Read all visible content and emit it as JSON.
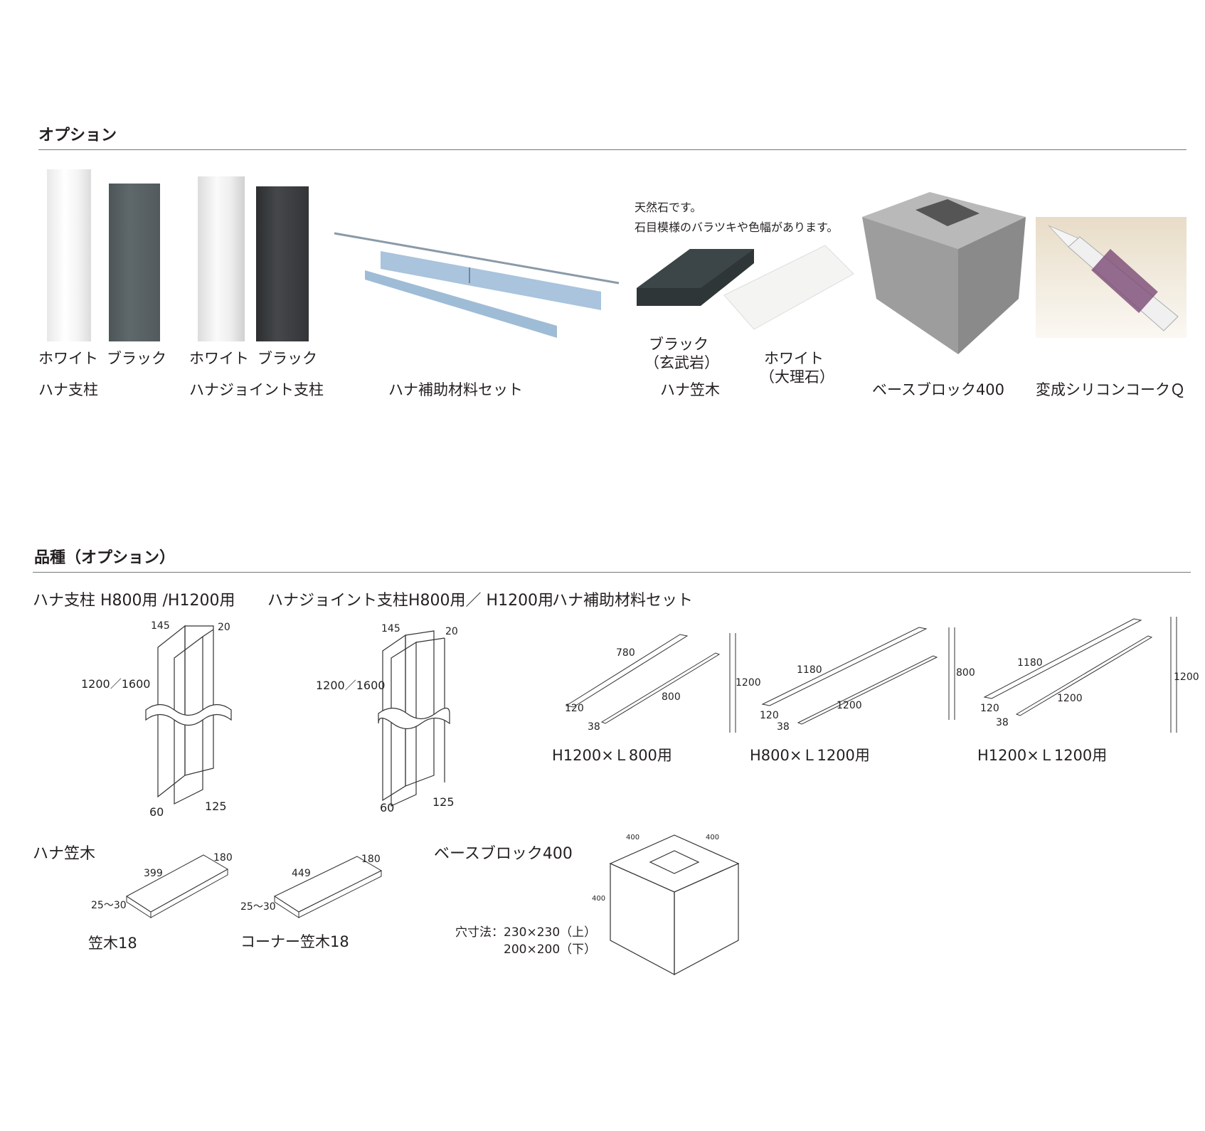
{
  "options": {
    "heading": "オプション",
    "items": {
      "post": {
        "name": "ハナ支柱",
        "white": "ホワイト",
        "black": "ブラック"
      },
      "joint_post": {
        "name": "ハナジョイント支柱",
        "white": "ホワイト",
        "black": "ブラック"
      },
      "aux_set": {
        "name": "ハナ補助材料セット"
      },
      "coping": {
        "name": "ハナ笠木",
        "note1": "天然石です。",
        "note2": "石目模様のバラツキや色幅があります。",
        "black_l1": "ブラック",
        "black_l2": "（玄武岩）",
        "white_l1": "ホワイト",
        "white_l2": "（大理石）"
      },
      "base_block": {
        "name": "ベースブロック400"
      },
      "silicone": {
        "name": "変成シリコンコークＱ"
      }
    }
  },
  "variants": {
    "heading": "品種（オプション）",
    "post": {
      "title": "ハナ支柱 H800用 /H1200用",
      "d_depth": "145",
      "d_side": "20",
      "d_height": "1200／1600",
      "d_bottom": "60",
      "d_width": "125"
    },
    "joint_post": {
      "title": "ハナジョイント支柱H800用／ H1200用",
      "d_depth": "145",
      "d_side": "20",
      "d_height": "1200／1600",
      "d_bottom": "60",
      "d_width": "125"
    },
    "aux_set": {
      "title": "ハナ補助材料セット",
      "sets": [
        {
          "label": "H1200×Ｌ800用",
          "d_len": "780",
          "d_len2": "800",
          "d_w": "120",
          "d_w2": "38",
          "d_h": "1200"
        },
        {
          "label": "H800×Ｌ1200用",
          "d_len": "1180",
          "d_len2": "1200",
          "d_w": "120",
          "d_w2": "38",
          "d_h": "800"
        },
        {
          "label": "H1200×Ｌ1200用",
          "d_len": "1180",
          "d_len2": "1200",
          "d_w": "120",
          "d_w2": "38",
          "d_h": "1200"
        }
      ]
    },
    "coping": {
      "title": "ハナ笠木",
      "items": [
        {
          "label": "笠木18",
          "d_len": "399",
          "d_w": "180",
          "d_t": "25〜30"
        },
        {
          "label": "コーナー笠木18",
          "d_len": "449",
          "d_w": "180",
          "d_t": "25〜30"
        }
      ]
    },
    "base_block": {
      "title": "ベースブロック400",
      "d_a": "400",
      "d_b": "400",
      "d_c": "400",
      "hole_l1": "穴寸法：230×230（上）",
      "hole_l2": "200×200（下）"
    }
  }
}
